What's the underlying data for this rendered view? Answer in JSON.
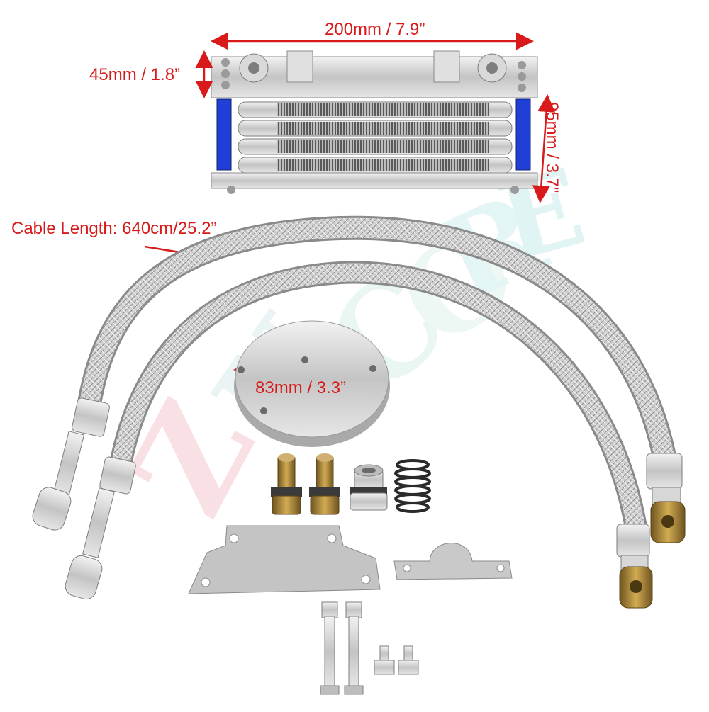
{
  "labels": {
    "width": "200mm / 7.9”",
    "thickness": "45mm / 1.8”",
    "height": "95mm / 3.7”",
    "cable_length": "Cable Length: 640cm/25.2”",
    "plate_diameter": "83mm / 3.3”"
  },
  "watermark": "ZUCORE",
  "colors": {
    "annotation_red": "#d81a1a",
    "hose_silver": "#c9c9c9",
    "side_blue": "#1f3fd6",
    "brass": "#b08a3a",
    "watermark_pink": "#f3c7cf",
    "watermark_cyan": "#c9ecec"
  }
}
